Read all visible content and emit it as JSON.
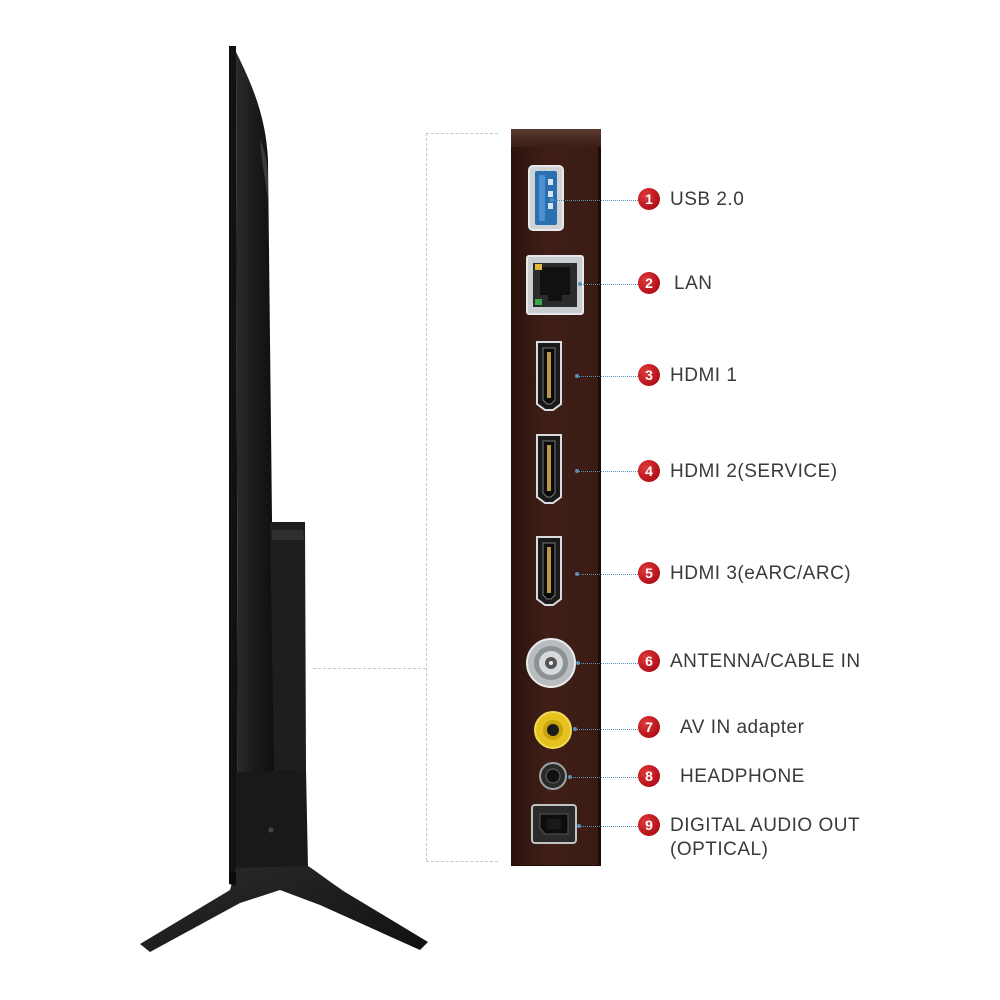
{
  "colors": {
    "panel": "#3a1c14",
    "badge": "#c0161e",
    "leader": "#5a8fb8",
    "label_text": "#3a3a3a",
    "tv_body": "#1c1c1c"
  },
  "ports": [
    {
      "number": "1",
      "label": "USB 2.0",
      "icon": "usb-port-icon"
    },
    {
      "number": "2",
      "label": "LAN",
      "icon": "lan-port-icon"
    },
    {
      "number": "3",
      "label": "HDMI 1",
      "icon": "hdmi-port-icon"
    },
    {
      "number": "4",
      "label": "HDMI 2(SERVICE)",
      "icon": "hdmi-port-icon"
    },
    {
      "number": "5",
      "label": "HDMI 3(eARC/ARC)",
      "icon": "hdmi-port-icon"
    },
    {
      "number": "6",
      "label": "ANTENNA/CABLE IN",
      "icon": "coax-port-icon"
    },
    {
      "number": "7",
      "label": "AV IN adapter",
      "icon": "av-port-icon"
    },
    {
      "number": "8",
      "label": "HEADPHONE",
      "icon": "headphone-jack-icon"
    },
    {
      "number": "9",
      "label": "DIGITAL AUDIO OUT\n(OPTICAL)",
      "icon": "optical-port-icon"
    }
  ]
}
